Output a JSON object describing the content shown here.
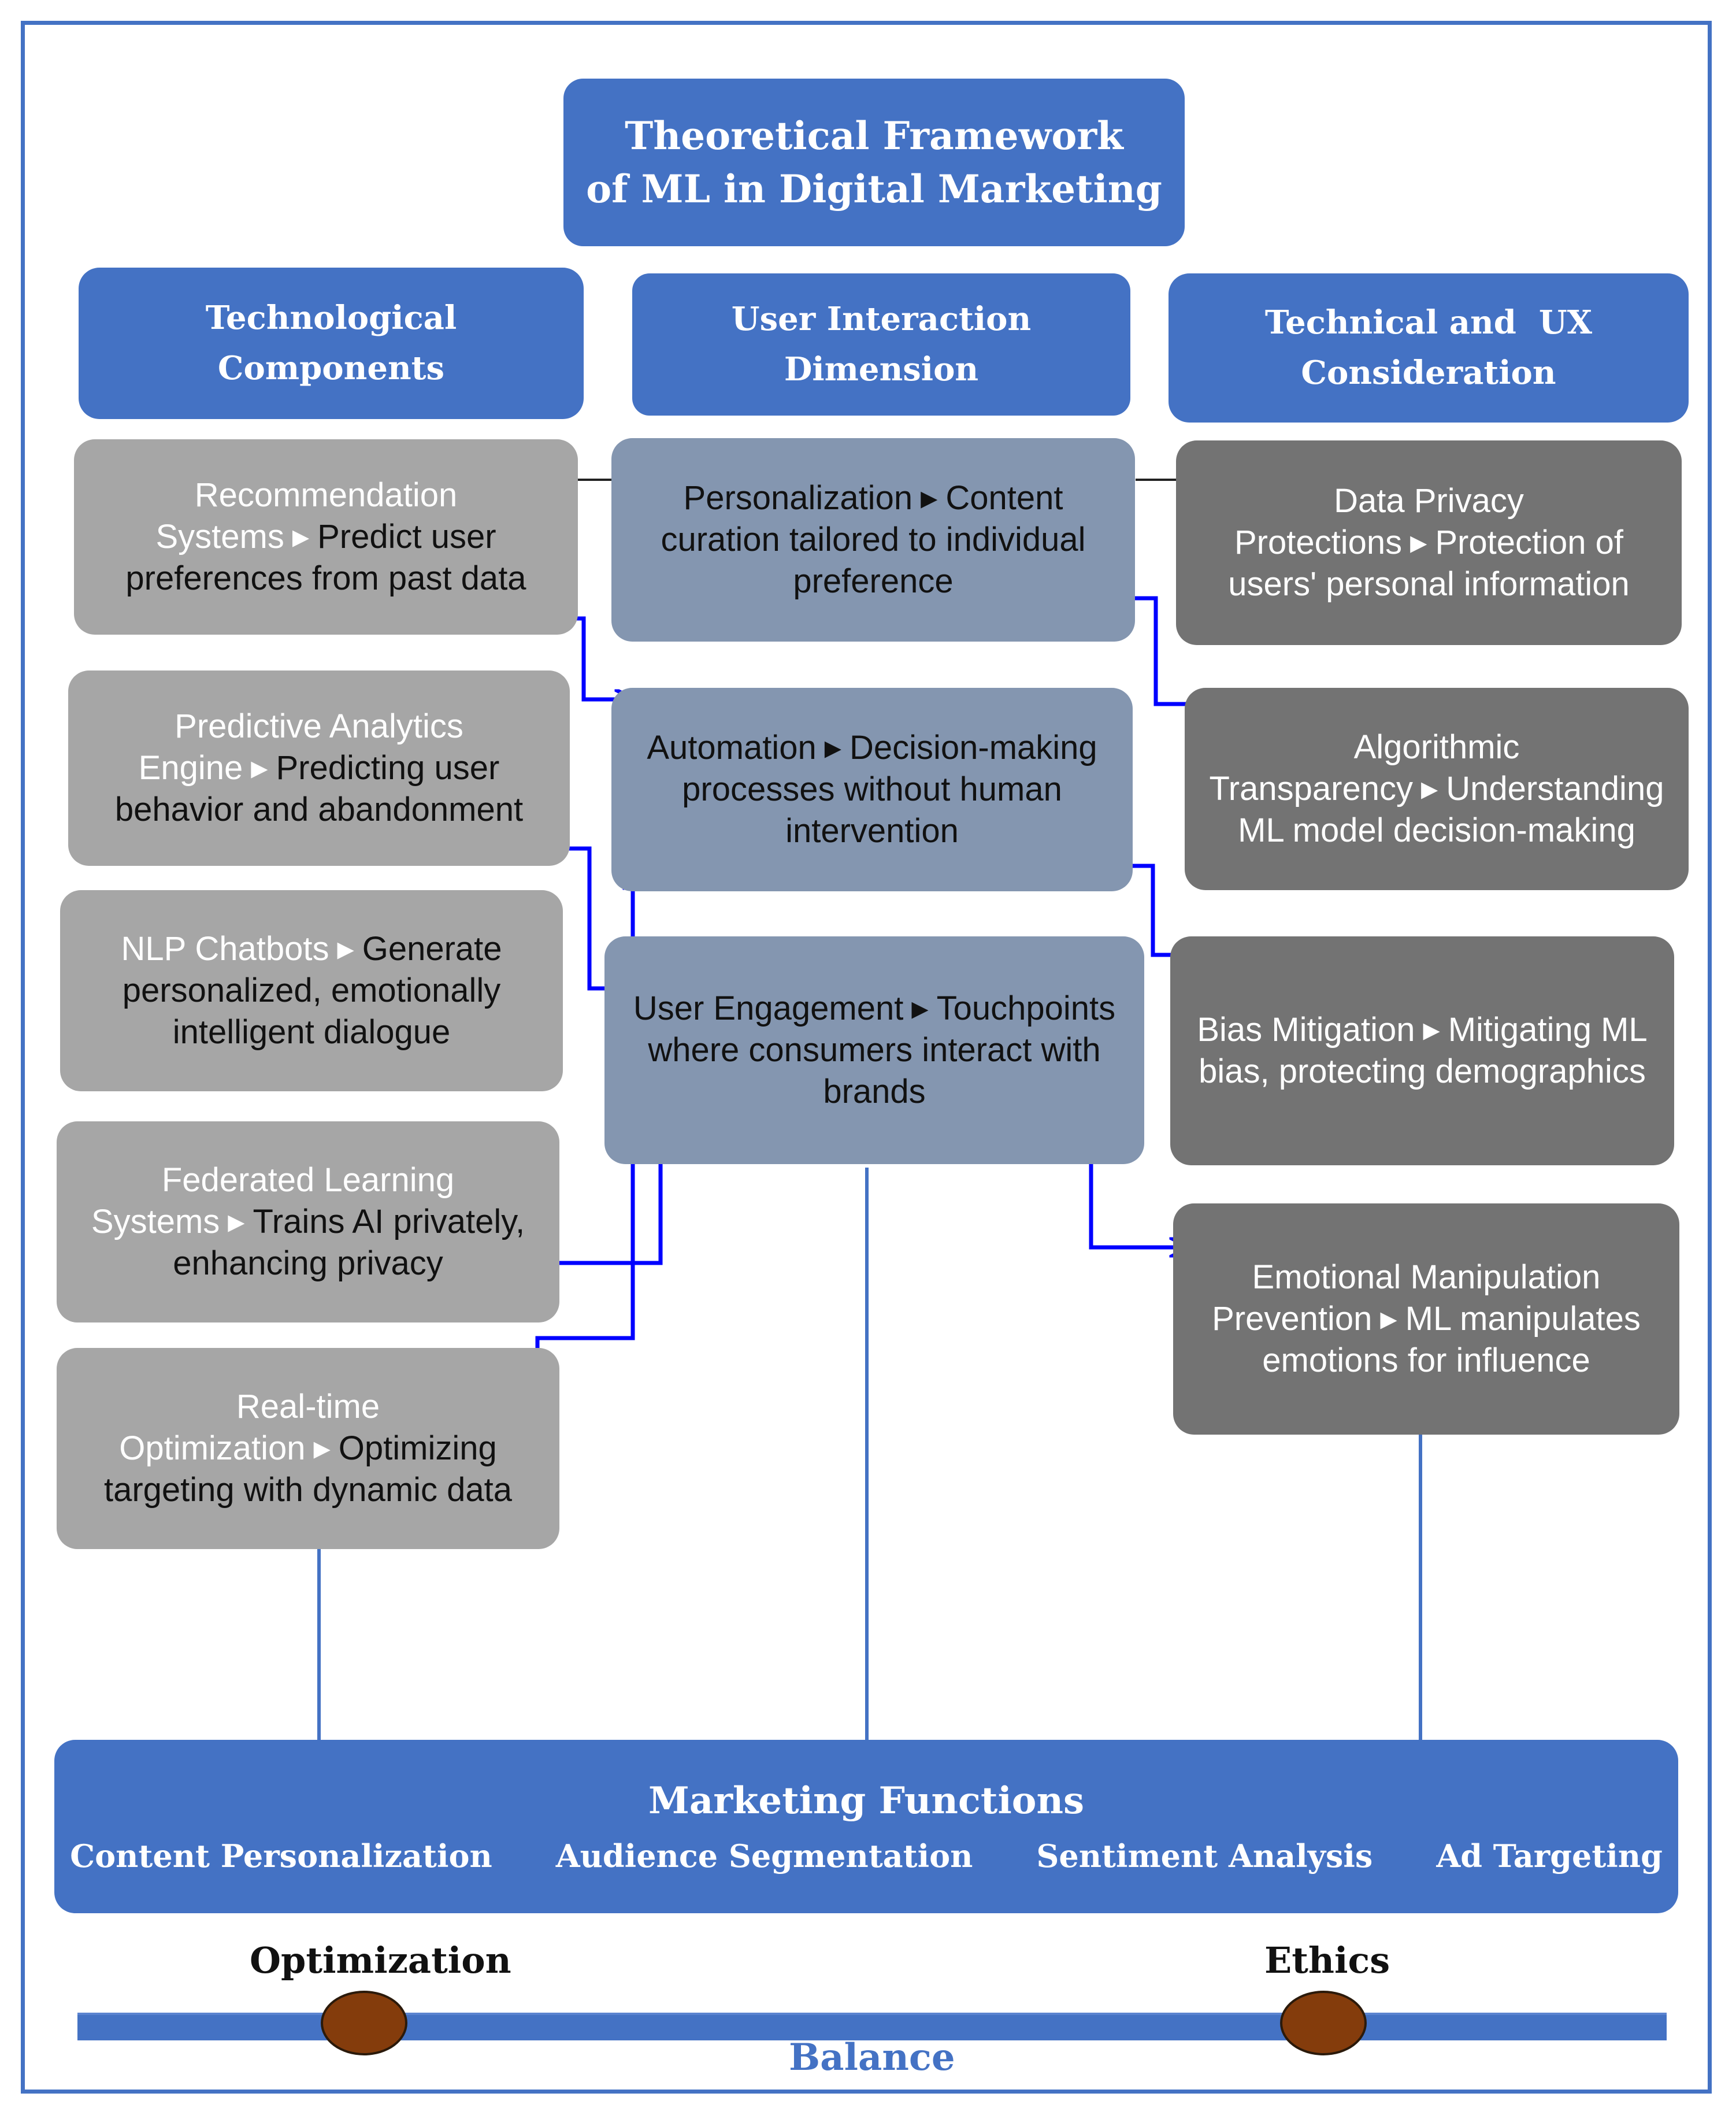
{
  "title": "Theoretical Framework of ML in Digital Marketing",
  "title_lines": [
    "Theoretical Framework",
    "of ML in Digital Marketing"
  ],
  "columns": {
    "tech": {
      "header": "Technological Components",
      "cards": [
        {
          "lead": "Recommendation Systems",
          "rest": "Predict user preferences from past data"
        },
        {
          "lead": "Predictive Analytics Engine",
          "rest": "Predicting user behavior and abandonment"
        },
        {
          "lead": "NLP Chatbots",
          "rest": "Generate personalized, emotionally intelligent dialogue"
        },
        {
          "lead": "Federated Learning Systems",
          "rest": "Trains AI privately, enhancing privacy"
        },
        {
          "lead": "Real-time Optimization",
          "rest": "Optimizing targeting with dynamic data"
        }
      ]
    },
    "user": {
      "header": "User Interaction Dimension",
      "cards": [
        {
          "lead": "Personalization",
          "rest": "Content curation tailored to individual preference"
        },
        {
          "lead": "Automation",
          "rest": "Decision-making processes without human intervention"
        },
        {
          "lead": "User Engagement",
          "rest": "Touchpoints where consumers interact with brands"
        }
      ]
    },
    "ux": {
      "header": "Technical and  UX Consideration",
      "header_lines": [
        "Technical and  UX",
        "Consideration"
      ],
      "cards": [
        {
          "lead": "Data Privacy Protections",
          "rest": "Protection of users' personal information"
        },
        {
          "lead": "Algorithmic Transparency",
          "rest": "Understanding ML model decision-making"
        },
        {
          "lead": "Bias Mitigation",
          "rest": "Mitigating ML bias, protecting demographics"
        },
        {
          "lead": "Emotional Manipulation Prevention",
          "rest": "ML manipulates emotions for influence"
        }
      ]
    }
  },
  "marketing": {
    "title": "Marketing Functions",
    "items": [
      "Content Personalization",
      "Audience Segmentation",
      "Sentiment Analysis",
      "Ad Targeting"
    ]
  },
  "balance": {
    "left": "Optimization",
    "right": "Ethics",
    "label": "Balance"
  },
  "colors": {
    "blue": "#4472c4",
    "light_gray": "#a6a6a6",
    "slate": "#8496b0",
    "dark_gray": "#737373",
    "arrow": "#0000ff",
    "knob": "#843c0c"
  }
}
